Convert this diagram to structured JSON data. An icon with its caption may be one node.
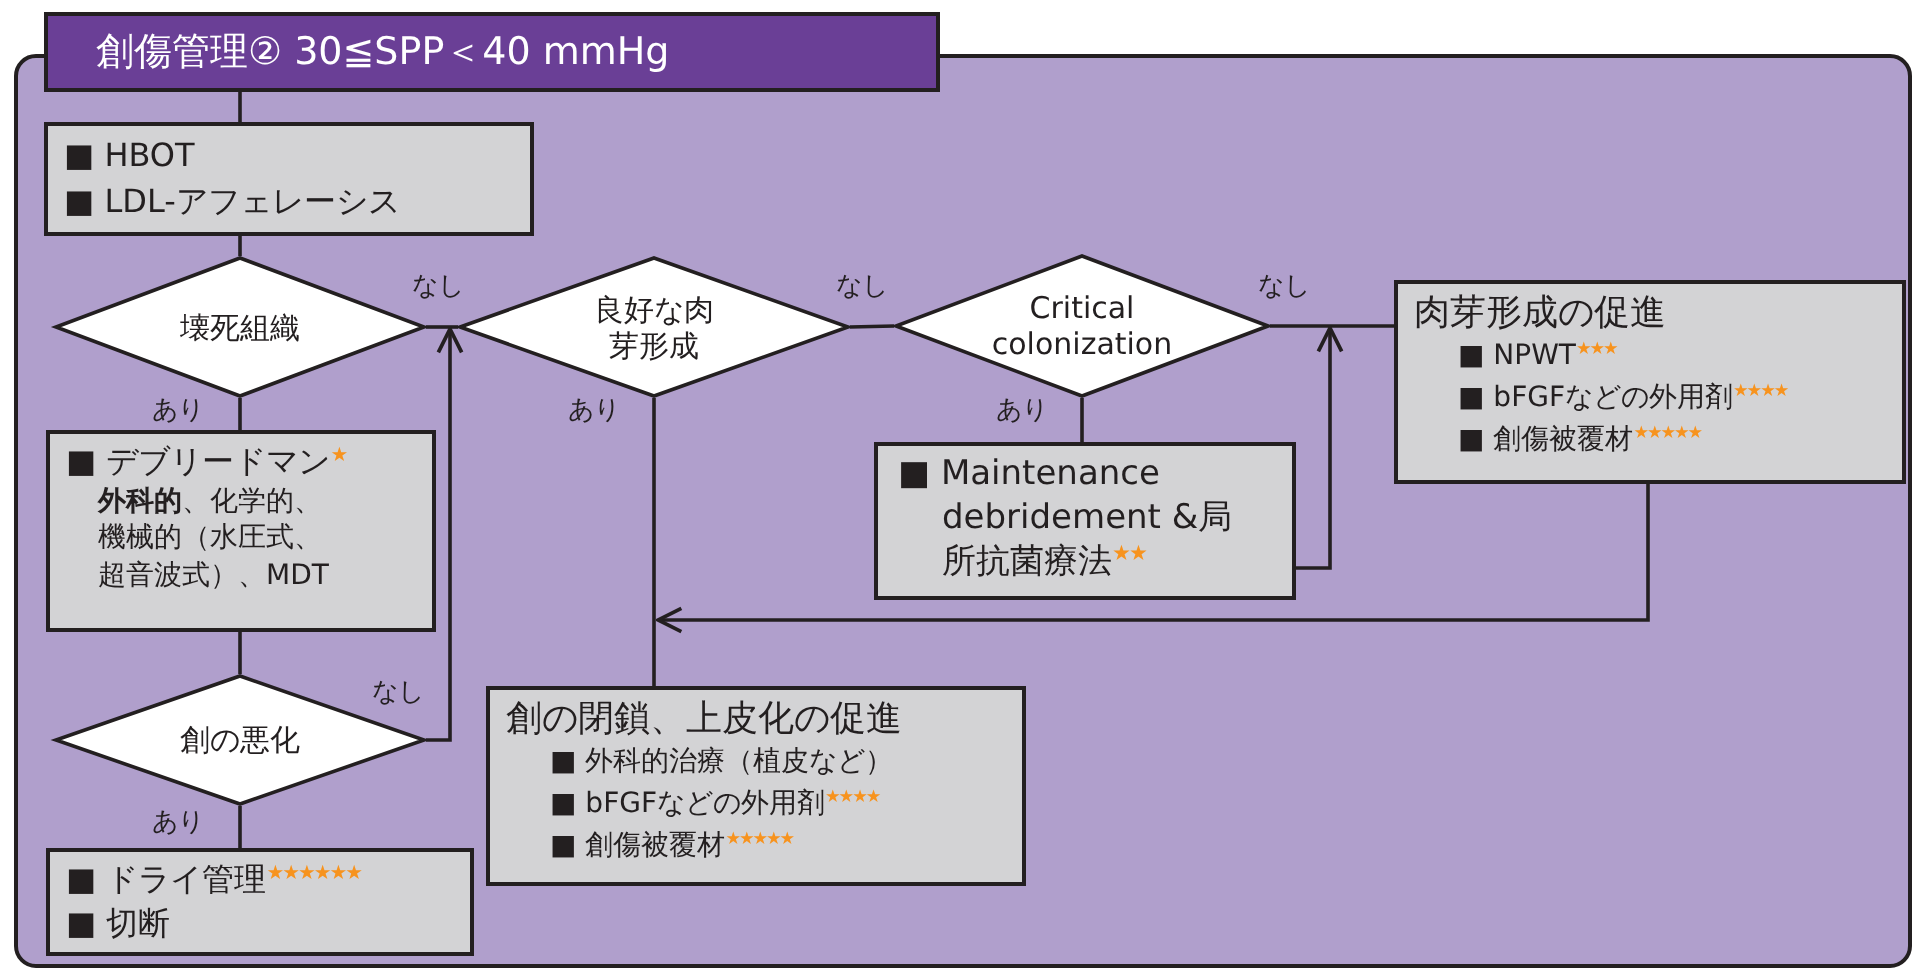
{
  "diagram": {
    "nodes": [
      {
        "text": [
          "創傷管理② 30≦SPP＜40 mmHg"
        ]
      },
      {
        "text": [
          "■ HBOT",
          "■ LDL-アフェレーシス"
        ]
      },
      {
        "text": [
          "壊死組織"
        ]
      },
      {
        "text": [
          "■ デブリードマン$^{★}$",
          "**外科的**、化学的、機械的（水圧式、超音波式）、MDT"
        ]
      },
      {
        "text": [
          "創の悪化"
        ]
      },
      {
        "text": [
          "■ ドライ管理$^{★★★★★★}$",
          "■ 切断"
        ]
      },
      {
        "text": [
          "良好な肉芽形成"
        ]
      },
      {
        "text": [
          "Critical colonization"
        ]
      },
      {
        "text": [
          "■ Maintenance debridement &局所抗菌療法$^{★★}$"
        ]
      },
      {
        "text": [
          "肉芽形成の促進",
          "■ NPWT$^{★★★}$",
          "■ bFGFなどの外用剤$^{★★★★}$",
          "■ 創傷被覆材$^{★★★★★}$"
        ]
      },
      {
        "text": [
          "創の閉鎖、上皮化の促進",
          "■ 外科的治療（植皮など）",
          "■ bFGFなどの外用剤$^{★★★★}$",
          "■ 創傷被覆材$^{★★★★★}$"
        ]
      }
    ],
    "edges": [
      {
        "from": 0,
        "to": 1,
        "arrow": "none"
      },
      {
        "from": 1,
        "to": 2,
        "arrow": "none"
      },
      {
        "from": 2,
        "to": 3,
        "arrow": "none",
        "label": "あり"
      },
      {
        "from": 3,
        "to": 4,
        "arrow": "none"
      },
      {
        "from": 4,
        "to": 5,
        "arrow": "none",
        "label": "あり"
      },
      {
        "from": 2,
        "to": 6,
        "arrow": "none",
        "label": "なし"
      },
      {
        "from": 4,
        "to": 6,
        "arrow": "to",
        "label": "なし"
      },
      {
        "from": 6,
        "to": 7,
        "arrow": "none",
        "label": "なし"
      },
      {
        "from": 6,
        "to": 10,
        "arrow": "none",
        "label": "あり"
      },
      {
        "from": 7,
        "to": 8,
        "arrow": "none",
        "label": "あり"
      },
      {
        "from": 7,
        "to": 9,
        "arrow": "none",
        "label": "なし"
      },
      {
        "from": 8,
        "to": 9,
        "arrow": "to"
      },
      {
        "from": 9,
        "to": 10,
        "arrow": "to"
      }
    ]
  }
}
